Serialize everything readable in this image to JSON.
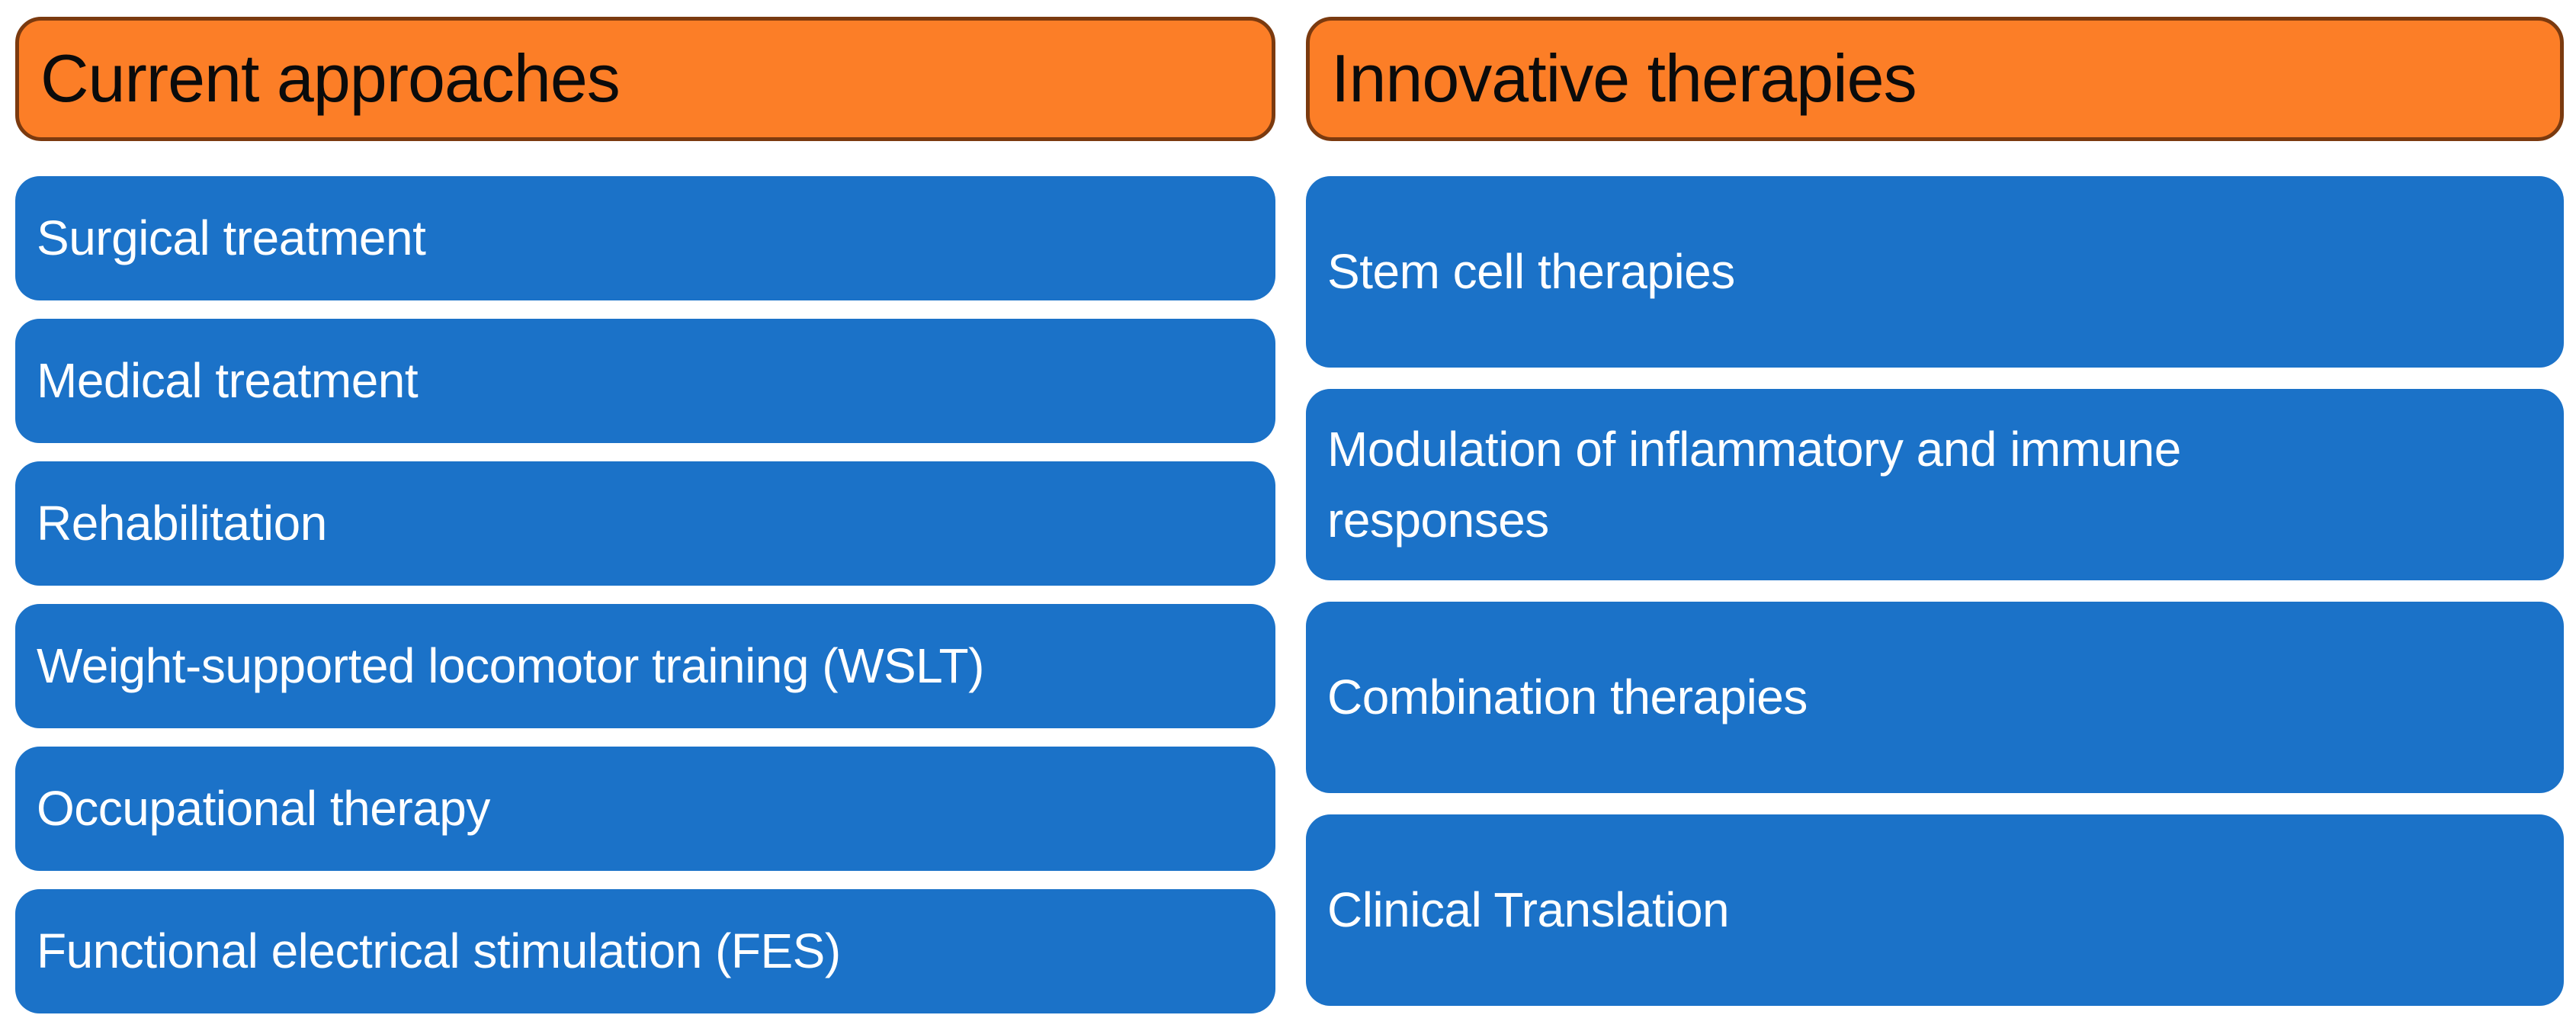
{
  "figure": {
    "type": "two-column comparison diagram",
    "topic": "Treatment approaches vs innovative therapies"
  },
  "colors": {
    "header_fill": "#FC7E27",
    "header_border": "#7B3A0F",
    "header_text": "#0B0B0B",
    "item_fill": "#1B72C8",
    "item_text": "#FFFFFF",
    "background": "#FFFFFF"
  },
  "columns": [
    {
      "id": "current-approaches",
      "header": "Current approaches",
      "items": [
        "Surgical treatment",
        "Medical treatment",
        "Rehabilitation",
        "Weight-supported locomotor training (WSLT)",
        "Occupational therapy",
        "Functional electrical stimulation (FES)"
      ]
    },
    {
      "id": "innovative-therapies",
      "header": "Innovative therapies",
      "items": [
        "Stem cell therapies",
        "Modulation of inflammatory and immune responses",
        "Combination therapies",
        "Clinical Translation"
      ]
    }
  ]
}
